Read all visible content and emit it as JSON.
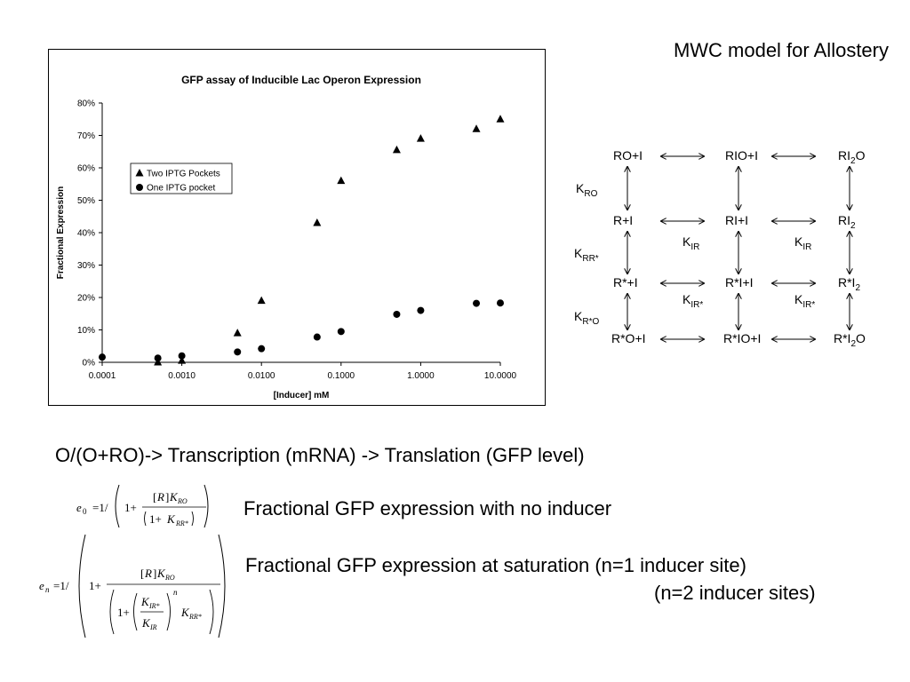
{
  "slide": {
    "title": "MWC model for Allostery",
    "line1": "O/(O+RO)-> Transcription (mRNA) -> Translation (GFP level)",
    "line2": "Fractional GFP expression with no inducer",
    "line3": "Fractional GFP expression at saturation (n=1 inducer site)",
    "line4": "(n=2 inducer sites)"
  },
  "mwc_diagram": {
    "nodes": {
      "ro_i": "RO+I",
      "rio_i": "RIO+I",
      "ri2o": "RI2O",
      "r_i": "R+I",
      "ri_i": "RI+I",
      "ri2": "RI2",
      "rs_i": "R*+I",
      "rsi_i": "R*I+I",
      "rsi2": "R*I2",
      "rso_i": "R*O+I",
      "rsio_i": "R*IO+I",
      "rsi2o": "R*I2O"
    },
    "k_labels": {
      "k_ro": "K_RO",
      "k_rrs": "K_RR*",
      "k_rso": "K_R*O",
      "k_ir_1": "K_IR",
      "k_ir_2": "K_IR",
      "k_irs_1": "K_IR*",
      "k_irs_2": "K_IR*"
    }
  },
  "equations": {
    "e0": "e0 = 1/(1 + [R]K_RO / (1 + K_RR*))",
    "en": "en = 1/(1 + [R]K_RO / ((1 + K_IR*/K_IR)^n K_RR*))"
  },
  "chart_data": {
    "type": "scatter",
    "title": "GFP assay of Inducible Lac Operon Expression",
    "xlabel": "[Inducer] mM",
    "ylabel": "Fractional Expression",
    "xscale": "log",
    "xlim": [
      0.0001,
      10
    ],
    "ylim": [
      0,
      0.8
    ],
    "xticks": [
      0.0001,
      0.001,
      0.01,
      0.1,
      1,
      10
    ],
    "xtick_labels": [
      "0.0001",
      "0.0010",
      "0.0100",
      "0.1000",
      "1.0000",
      "10.0000"
    ],
    "yticks": [
      0,
      0.1,
      0.2,
      0.3,
      0.4,
      0.5,
      0.6,
      0.7,
      0.8
    ],
    "ytick_labels": [
      "0%",
      "10%",
      "20%",
      "30%",
      "40%",
      "50%",
      "60%",
      "70%",
      "80%"
    ],
    "grid": false,
    "legend_position": "upper-left",
    "series": [
      {
        "name": "Two IPTG Pockets",
        "marker": "triangle",
        "x": [
          0.0005,
          0.001,
          0.005,
          0.01,
          0.05,
          0.1,
          0.5,
          1,
          5,
          10
        ],
        "y": [
          0.0,
          0.005,
          0.09,
          0.19,
          0.43,
          0.56,
          0.655,
          0.69,
          0.72,
          0.75
        ]
      },
      {
        "name": "One IPTG pocket",
        "marker": "circle",
        "x": [
          0.0001,
          0.0005,
          0.001,
          0.005,
          0.01,
          0.05,
          0.1,
          0.5,
          1,
          5,
          10
        ],
        "y": [
          0.016,
          0.013,
          0.02,
          0.032,
          0.042,
          0.078,
          0.095,
          0.148,
          0.16,
          0.182,
          0.183
        ]
      }
    ]
  }
}
